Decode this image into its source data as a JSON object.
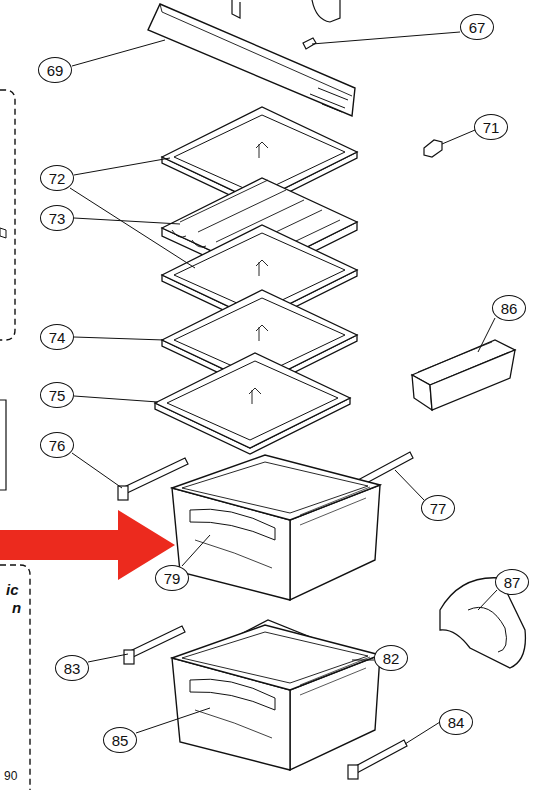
{
  "diagram": {
    "nodes": [
      {
        "text": [
          "67"
        ]
      },
      {
        "text": [
          "69"
        ]
      },
      {
        "text": [
          "71"
        ]
      },
      {
        "text": [
          "72"
        ]
      },
      {
        "text": [
          "73"
        ]
      },
      {
        "text": [
          "86"
        ]
      },
      {
        "text": [
          "74"
        ]
      },
      {
        "text": [
          "75"
        ]
      },
      {
        "text": [
          "76"
        ]
      },
      {
        "text": [
          "77"
        ]
      },
      {
        "text": [
          "79"
        ]
      },
      {
        "text": [
          "87"
        ]
      },
      {
        "text": [
          "83"
        ]
      },
      {
        "text": [
          "82"
        ]
      },
      {
        "text": [
          "85"
        ]
      },
      {
        "text": [
          "84"
        ]
      }
    ],
    "labels": [
      "ic",
      "n",
      "90"
    ]
  }
}
